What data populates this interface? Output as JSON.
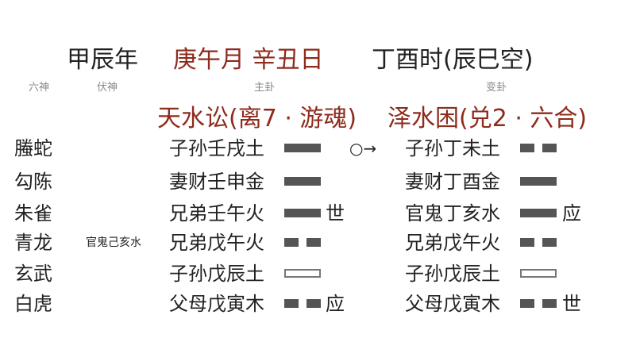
{
  "header": {
    "year": "甲辰年",
    "month_day": "庚午月 辛丑日",
    "hour": "丁酉时(辰巳空)"
  },
  "columns": {
    "liushen": "六神",
    "fushen": "伏神",
    "main": "主卦",
    "changed": "变卦"
  },
  "gua": {
    "main": "天水讼(离7 · 游魂)",
    "changed": "泽水困(兑2 · 六合)"
  },
  "moving_marker": "○→",
  "rows": [
    {
      "liushen": "螣蛇",
      "fushen": "",
      "main": "子孙壬戌土",
      "main_line": "yang",
      "main_mark": "",
      "moving": true,
      "changed": "子孙丁未土",
      "changed_line": "yin",
      "changed_mark": ""
    },
    {
      "liushen": "勾陈",
      "fushen": "",
      "main": "妻财壬申金",
      "main_line": "yang",
      "main_mark": "",
      "moving": false,
      "changed": "妻财丁酉金",
      "changed_line": "yang",
      "changed_mark": ""
    },
    {
      "liushen": "朱雀",
      "fushen": "",
      "main": "兄弟壬午火",
      "main_line": "yang",
      "main_mark": "世",
      "moving": false,
      "changed": "官鬼丁亥水",
      "changed_line": "yang",
      "changed_mark": "应"
    },
    {
      "liushen": "青龙",
      "fushen": "官鬼己亥水",
      "main": "兄弟戊午火",
      "main_line": "yin",
      "main_mark": "",
      "moving": false,
      "changed": "兄弟戊午火",
      "changed_line": "yin",
      "changed_mark": ""
    },
    {
      "liushen": "玄武",
      "fushen": "",
      "main": "子孙戊辰土",
      "main_line": "hollow",
      "main_mark": "",
      "moving": false,
      "changed": "子孙戊辰土",
      "changed_line": "hollow",
      "changed_mark": ""
    },
    {
      "liushen": "白虎",
      "fushen": "",
      "main": "父母戊寅木",
      "main_line": "yin",
      "main_mark": "应",
      "moving": false,
      "changed": "父母戊寅木",
      "changed_line": "yin",
      "changed_mark": "世"
    }
  ]
}
